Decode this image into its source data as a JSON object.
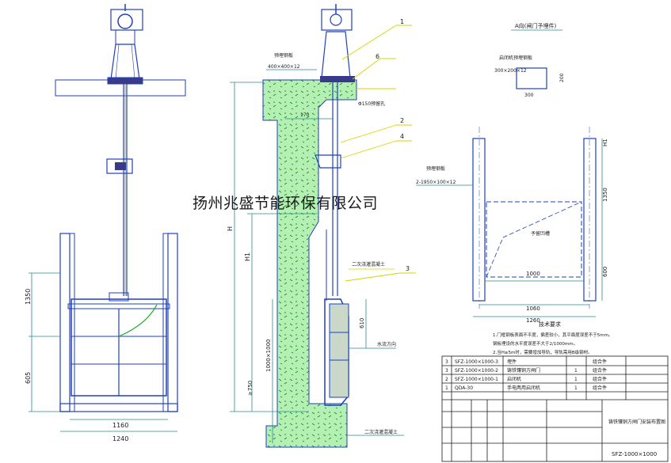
{
  "watermark": "扬州兆盛节能环保有限公司",
  "colors": {
    "line": "#1f3fbf",
    "dim": "#2a8a8a",
    "leader": "#d4d400",
    "fill": "#7fe07f",
    "metal": "#8a8a9a",
    "concrete": "#a6e8a6"
  },
  "front_view": {
    "dim_width_inner": "1160",
    "dim_width_outer": "1240",
    "dim_left_upper": "1350",
    "dim_left_lower": "605"
  },
  "section_view": {
    "plate_top": "预埋钢板",
    "plate_top_size": "400×400×12",
    "hole": "Φ150预留孔",
    "dim_170": "170",
    "dim_H": "H",
    "dim_H1": "H1",
    "dim_1000": "1000×1000",
    "dim_750": "≥750",
    "dim_610": "610",
    "note_grout": "二次浇灌混凝土",
    "note_water": "水流方向",
    "note_grout2": "二次浇灌混凝土",
    "callouts": [
      "1",
      "6",
      "2",
      "4",
      "3"
    ]
  },
  "view_a": {
    "title": "A向(闸门予埋件)",
    "plate": "启闭机预埋钢板",
    "plate_size": "300×200×12",
    "dim_200": "200",
    "dim_300": "300",
    "dim_H1": "H1",
    "side_plate": "预埋钢板",
    "side_plate_size": "2-1950×100×12",
    "dim_1350": "1350",
    "dim_600": "600",
    "reserve": "予留凹槽",
    "dim_1000": "1000",
    "dim_1060": "1060",
    "dim_1260": "1260"
  },
  "tech_notes": {
    "heading": "技术要求",
    "line1": "1.门框钢板表面不平度，偏差较小，其平面度误差不于5mm。",
    "line2": "   钢板埋设的水平度误差不大于2/1000mm。",
    "line3": "2.当H≥5m时，需要增加导轨，导轨需用B级钢材。"
  },
  "parts_table": {
    "rows": [
      [
        "3",
        "SFZ-1000×1000-3",
        "埋件",
        "",
        "组合件"
      ],
      [
        "3",
        "SFZ-1000×1000-2",
        "铸铁镶铜方闸门",
        "1",
        "组合件"
      ],
      [
        "2",
        "SFZ-1000×1000-1",
        "启闭机",
        "1",
        "组合件"
      ],
      [
        "1",
        "QDA-30",
        "手电两用启闭机",
        "1",
        "组合件"
      ]
    ],
    "footer_title": "铸铁镶铜方闸门安装布置图",
    "drawing_no": "SFZ-1000×1000"
  }
}
